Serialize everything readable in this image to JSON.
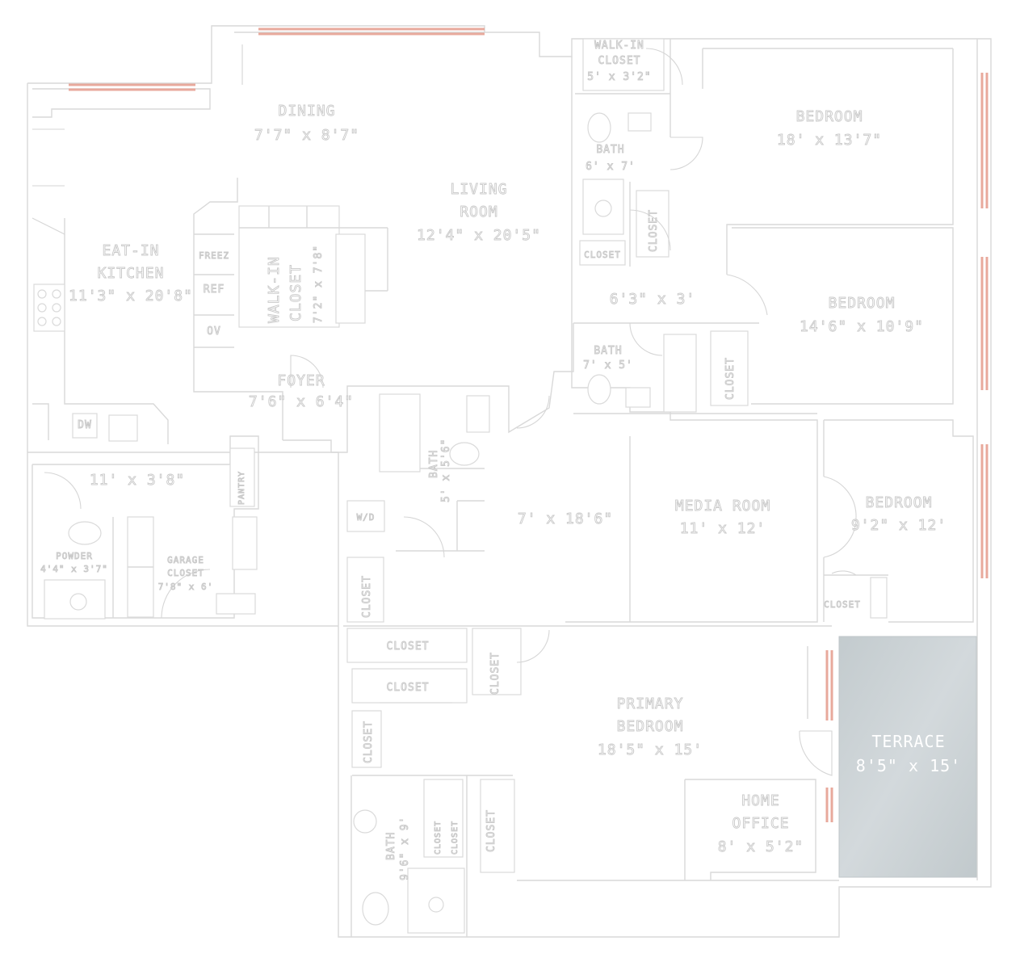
{
  "rooms": {
    "dining": {
      "name": "DINING",
      "dims": "7'7\" x 8'7\""
    },
    "living": {
      "name1": "LIVING",
      "name2": "ROOM",
      "dims": "12'4\" x 20'5\""
    },
    "kitchen": {
      "name1": "EAT-IN",
      "name2": "KITCHEN",
      "dims": "11'3\" x 20'8\""
    },
    "walkin_center": {
      "name1": "WALK-IN",
      "name2": "CLOSET",
      "dims": "7'2\" x 7'8\""
    },
    "walkin_top": {
      "name1": "WALK-IN",
      "name2": "CLOSET",
      "dims": "5' x 3'2\""
    },
    "bath_top": {
      "name": "BATH",
      "dims": "6' x 7'"
    },
    "bedroom1": {
      "name": "BEDROOM",
      "dims": "18' x 13'7\""
    },
    "bedroom2": {
      "name": "BEDROOM",
      "dims": "14'6\" x 10'9\""
    },
    "hall_right": {
      "dims": "6'3\" x 3'"
    },
    "bath_mid": {
      "name": "BATH",
      "dims": "7' x 5'"
    },
    "foyer": {
      "name": "FOYER",
      "dims": "7'6\" x 6'4\""
    },
    "bath_center": {
      "name": "BATH",
      "dims": "5' x 5'6\""
    },
    "hall_main": {
      "dims": "7' x 18'6\""
    },
    "media": {
      "name": "MEDIA ROOM",
      "dims": "11' x 12'"
    },
    "bedroom3": {
      "name": "BEDROOM",
      "dims": "9'2\" x 12'"
    },
    "laundry": {
      "dims": "11' x 3'8\""
    },
    "powder": {
      "name": "POWDER",
      "dims": "4'4\" x 3'7\""
    },
    "garage_closet": {
      "name1": "GARAGE",
      "name2": "CLOSET",
      "dims": "7'8\" x 6'"
    },
    "primary": {
      "name1": "PRIMARY",
      "name2": "BEDROOM",
      "dims": "18'5\" x 15'"
    },
    "office": {
      "name1": "HOME",
      "name2": "OFFICE",
      "dims": "8' x 5'2\""
    },
    "bath_primary": {
      "name": "BATH",
      "dims": "9'6\" x 9'"
    },
    "terrace": {
      "name": "TERRACE",
      "dims": "8'5\" x 15'"
    }
  },
  "labels": {
    "closet": "CLOSET",
    "pantry": "PANTRY",
    "freezer": "FREEZ",
    "ref": "REF",
    "ov": "OV",
    "dw": "DW",
    "wd": "W/D"
  },
  "colors": {
    "wall": "#d9d9d9",
    "window": "#e8a99c",
    "terrace": "#c9d0d3"
  }
}
